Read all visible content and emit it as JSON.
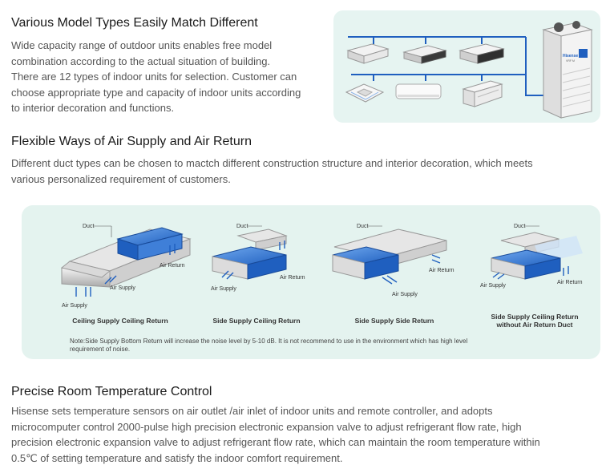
{
  "section1": {
    "title": "Various Model Types Easily Match Different",
    "lines": [
      "Wide capacity range of outdoor units enables free model",
      "combination according to the actual situation of building.",
      "There are 12 types of indoor units for selection. Customer can",
      "choose appropriate type and capacity of indoor units according",
      "to interior decoration and functions."
    ],
    "brand": "Hisense",
    "brand_sub": "VRF M"
  },
  "section2": {
    "title": "Flexible Ways of Air Supply and Air Return",
    "lines": [
      "Different duct types can be chosen to mactch different construction structure and interior decoration, which meets",
      "various personalized requirement of customers."
    ],
    "diagrams": [
      {
        "caption": "Ceiling Supply Ceiling Return",
        "labels": {
          "duct": "Duct",
          "return": "Air Return",
          "supply1": "Air Supply",
          "supply2": "Air Supply"
        }
      },
      {
        "caption": "Side Supply Ceiling Return",
        "labels": {
          "duct": "Duct",
          "return": "Air Return",
          "supply": "Air Supply"
        }
      },
      {
        "caption": "Side Supply Side Return",
        "labels": {
          "duct": "Duct",
          "return": "Air Return",
          "supply": "Air Supply"
        }
      },
      {
        "caption_line1": "Side Supply Ceiling Return",
        "caption_line2": "without Air Return Duct",
        "labels": {
          "duct": "Duct",
          "return": "Air Return",
          "supply": "Air Supply"
        }
      }
    ],
    "note_line1": "Note:Side Supply Bottom Return will increase the noise level by 5-10 dB. It is not recommend to use in the environment which has high level",
    "note_line2": "requirement of noise."
  },
  "section3": {
    "title": "Precise Room Temperature Control",
    "lines": [
      "Hisense sets temperature sensors on air outlet /air inlet of indoor units and remote controller, and adopts",
      "microcomputer control 2000-pulse high precision electronic expansion valve to adjust refrigerant flow rate, high",
      "precision electronic expansion valve to adjust refrigerant flow rate, which can maintain the room temperature within",
      "0.5℃ of setting temperature and satisfy the indoor comfort requirement."
    ]
  },
  "colors": {
    "accent_blue": "#1f5fbf",
    "panel_bg": "#e4f3ef",
    "unit_blue": "#2a6fd6"
  }
}
